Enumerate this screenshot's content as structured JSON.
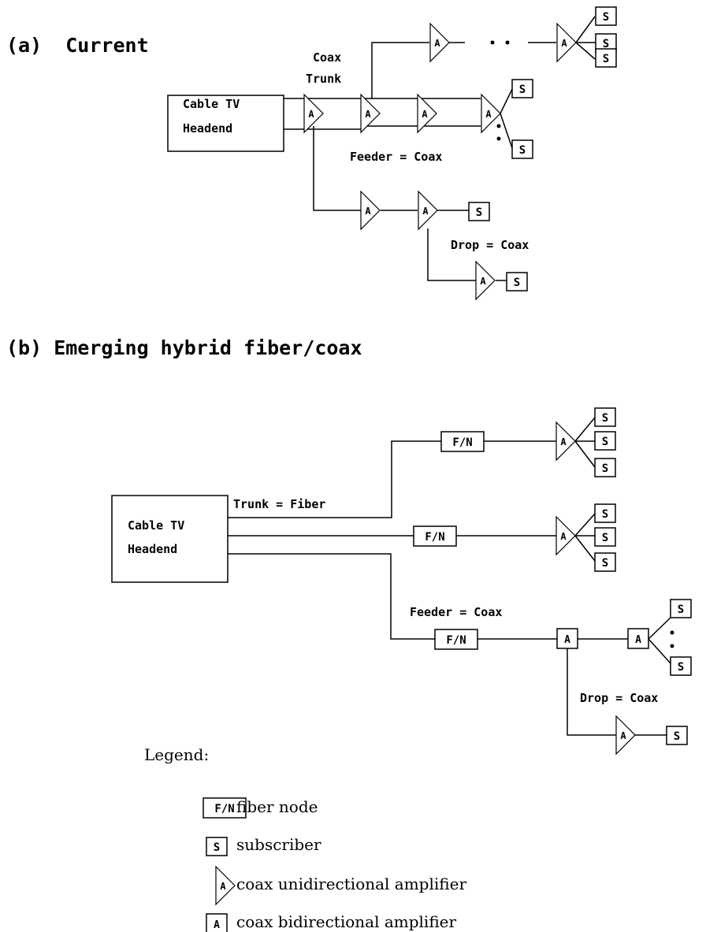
{
  "section_a": {
    "title": "(a)  Current",
    "headend": [
      "Cable TV",
      "Headend"
    ],
    "coax_trunk_label": [
      "Coax",
      "Trunk"
    ],
    "feeder_label": "Feeder = Coax",
    "drop_label": "Drop = Coax"
  },
  "section_b": {
    "title": "(b) Emerging hybrid fiber/coax",
    "headend": [
      "Cable TV",
      "Headend"
    ],
    "trunk_label": "Trunk = Fiber",
    "feeder_label": "Feeder = Coax",
    "drop_label": "Drop = Coax"
  },
  "symbols": {
    "amplifier": "A",
    "subscriber": "S",
    "fiber_node": "F/N"
  },
  "legend": {
    "title": "Legend:",
    "fiber_node": "fiber node",
    "subscriber": "subscriber",
    "uni_amp": "coax unidirectional amplifier",
    "bi_amp": "coax bidirectional amplifier"
  }
}
